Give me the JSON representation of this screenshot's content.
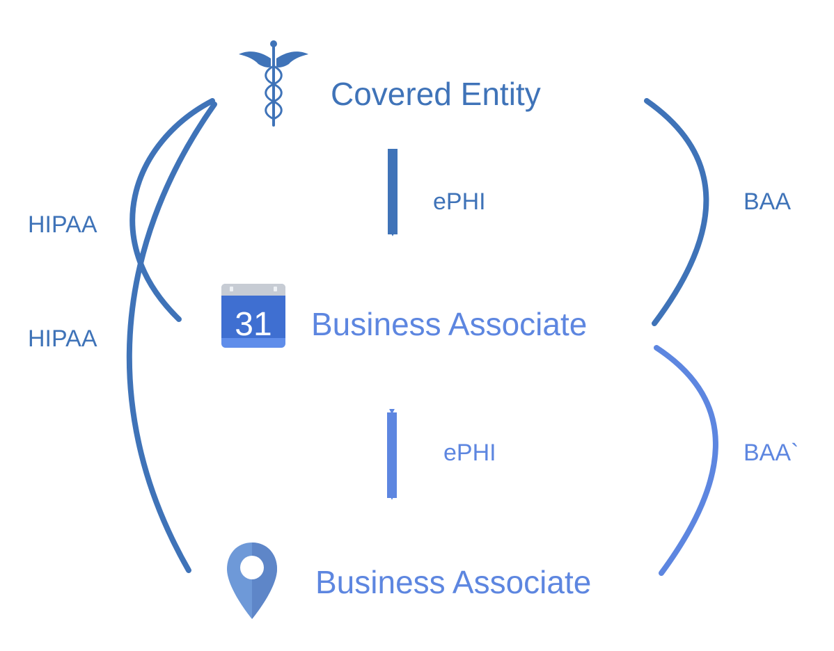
{
  "nodes": {
    "covered_entity": {
      "label": "Covered Entity",
      "icon": "caduceus-icon",
      "color": "#3f73b8"
    },
    "business_associate_1": {
      "label": "Business Associate",
      "icon": "calendar-icon",
      "icon_text": "31",
      "color": "#5d86e0"
    },
    "business_associate_2": {
      "label": "Business Associate",
      "icon": "map-pin-icon",
      "color": "#5d86e0"
    }
  },
  "edges": {
    "ephi_top": {
      "label": "ePHI",
      "color": "#3f73b8"
    },
    "baa": {
      "label": "BAA",
      "color": "#3f73b8"
    },
    "hipaa_top": {
      "label": "HIPAA",
      "color": "#3f73b8"
    },
    "hipaa_bottom": {
      "label": "HIPAA",
      "color": "#3f73b8"
    },
    "ephi_bottom": {
      "label": "ePHI",
      "color": "#5d86e0"
    },
    "baa_prime": {
      "label": "BAA`",
      "color": "#5d86e0"
    }
  }
}
